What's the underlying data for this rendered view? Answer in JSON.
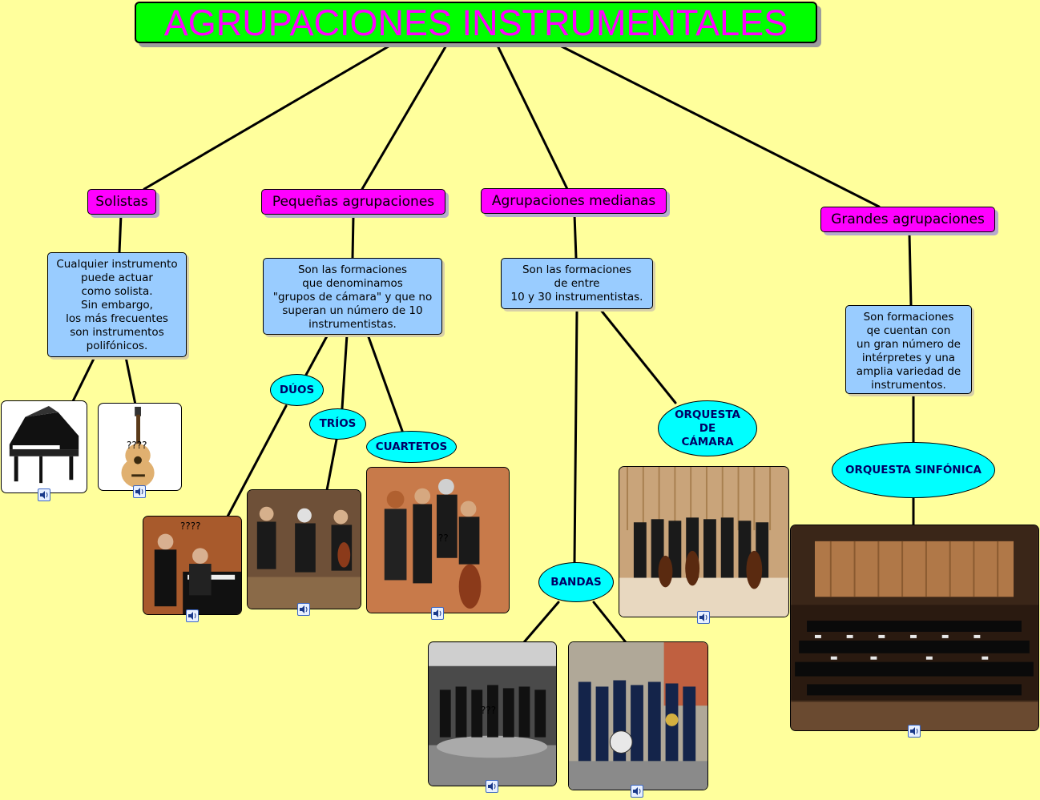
{
  "title": "AGRUPACIONES INSTRUMENTALES",
  "categories": {
    "solistas": "Solistas",
    "pequenas": "Pequeñas agrupaciones",
    "medianas": "Agrupaciones medianas",
    "grandes": "Grandes agrupaciones"
  },
  "descriptions": {
    "solistas": "Cualquier instrumento\npuede actuar\ncomo solista.\nSin embargo,\nlos más frecuentes\nson instrumentos\npolifónicos.",
    "pequenas": "Son las formaciones\nque denominamos\n\"grupos de cámara\" y que no\nsuperan un número de 10\ninstrumentistas.",
    "medianas": "Son las formaciones\nde entre\n10 y 30 instrumentistas.",
    "grandes": "Son formaciones\nqe cuentan con\nun gran número de\nintérpretes y una\namplia variedad de\ninstrumentos."
  },
  "groups": {
    "duos": "DÚOS",
    "trios": "TRÍOS",
    "cuartetos": "CUARTETOS",
    "orquesta_camara": "ORQUESTA\nDE\nCÁMARA",
    "bandas": "BANDAS",
    "orquesta_sinfonica": "ORQUESTA SINFÓNICA"
  },
  "unknown_marks": [
    "????",
    "????",
    "??",
    "???"
  ],
  "icons": {
    "audio": "speaker-icon",
    "piano": "grand-piano-icon",
    "guitar": "guitar-icon"
  },
  "colors": {
    "background": "#ffff9c",
    "title_fill": "#00ff00",
    "title_text": "#ff00ff",
    "category_fill": "#ff00ff",
    "description_fill": "#99ccff",
    "group_fill": "#00ffff",
    "group_text": "#000066"
  }
}
